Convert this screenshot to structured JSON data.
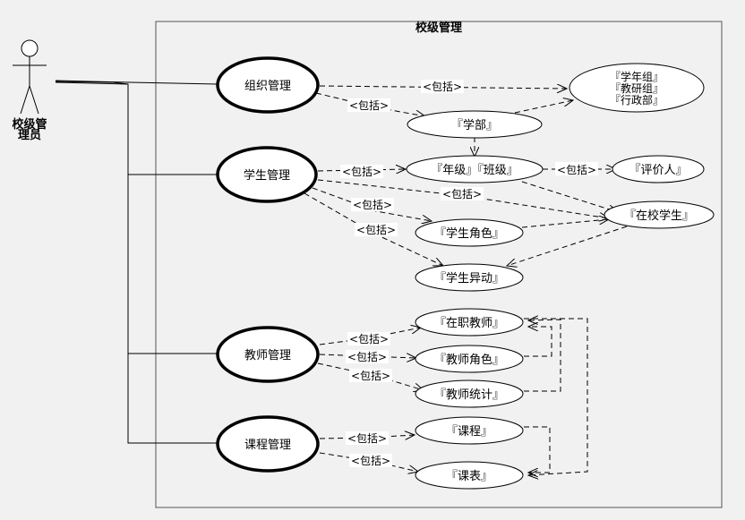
{
  "system": {
    "title": "校级管理"
  },
  "actor": {
    "label_line1": "校级管",
    "label_line2": "理员"
  },
  "include_label": "<包括>",
  "usecases": {
    "org": "组织管理",
    "student": "学生管理",
    "teacher": "教师管理",
    "course": "课程管理"
  },
  "entities": {
    "groups": [
      "『学年组』",
      "『教研组』",
      "『行政部』"
    ],
    "dept": "『学部』",
    "grade_class": "『年级』『班级』",
    "evaluator": "『评价人』",
    "enrolled_student": "『在校学生』",
    "student_role": "『学生角色』",
    "student_change": "『学生异动』",
    "teacher_active": "『在职教师』",
    "teacher_role": "『教师角色』",
    "teacher_stats": "『教师统计』",
    "course": "『课程』",
    "timetable": "『课表』"
  },
  "colors": {
    "background": "#f1f1f1",
    "box_fill": "#ffffff",
    "line": "#000000"
  }
}
